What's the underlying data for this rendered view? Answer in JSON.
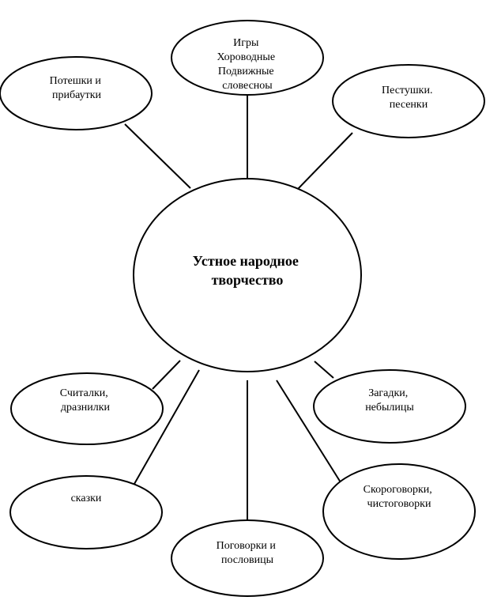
{
  "center": {
    "lines": [
      "Устное народное",
      "творчество"
    ]
  },
  "nodes": [
    {
      "id": "games",
      "lines": [
        "Игры",
        "Хороводные",
        "Подвижные",
        "словесноы"
      ]
    },
    {
      "id": "poteshki",
      "lines": [
        "Потешки и",
        "прибаутки"
      ]
    },
    {
      "id": "pestushki",
      "lines": [
        "Пестушки.",
        "песенки"
      ]
    },
    {
      "id": "schitalki",
      "lines": [
        "Считалки,",
        "дразнилки"
      ]
    },
    {
      "id": "zagadki",
      "lines": [
        "Загадки,",
        "небылицы"
      ]
    },
    {
      "id": "skazki",
      "lines": [
        "сказки"
      ]
    },
    {
      "id": "skorogovorki",
      "lines": [
        "Скороговорки,",
        "чистоговорки"
      ]
    },
    {
      "id": "pogovorki",
      "lines": [
        "Поговорки и",
        "пословицы"
      ]
    }
  ]
}
